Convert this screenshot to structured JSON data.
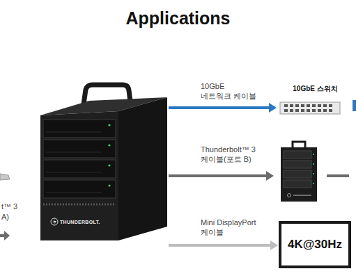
{
  "diagram": {
    "title": "Applications",
    "nodes": [
      {
        "text": [
          "THUNDERBOLT."
        ]
      },
      {
        "text": [
          "10GbE 스위치"
        ]
      },
      {
        "text": [
          "4K@30Hz"
        ]
      }
    ],
    "edges": [
      {
        "from": 0,
        "to": 1,
        "arrow": "to",
        "label": "10GbE 네트워크 케이블"
      },
      {
        "from": 0,
        "to": 2,
        "arrow": "to",
        "label": "Mini DisplayPort 케이블"
      }
    ],
    "labels": [
      "Thunderbolt™ 3 케이블(포트 B)",
      "t™ 3",
      "A)"
    ]
  }
}
